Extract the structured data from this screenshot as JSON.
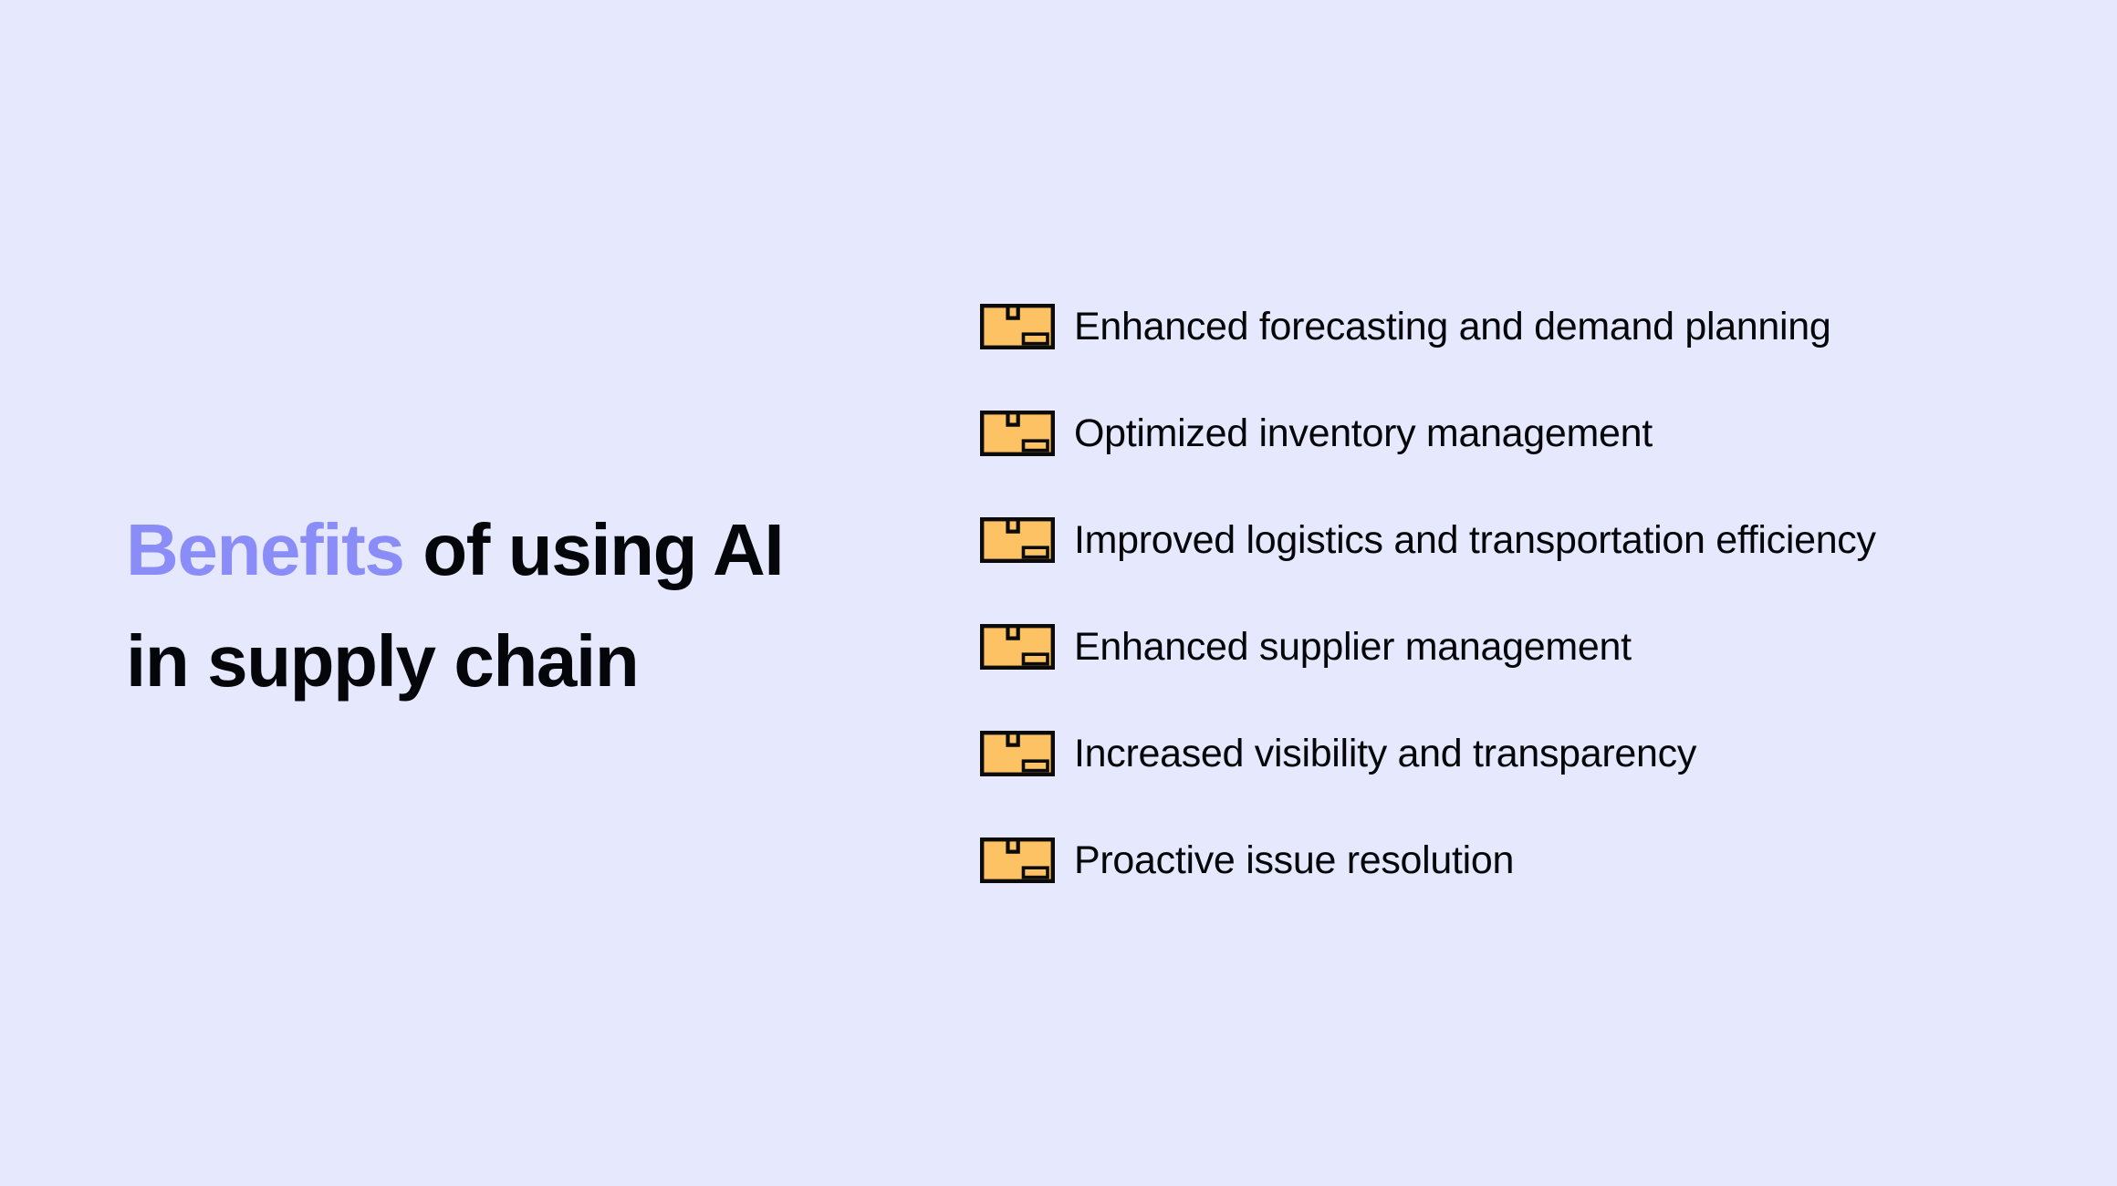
{
  "theme": {
    "background_color": "#e6e8fd",
    "accent_color": "#8a8cf8",
    "text_color": "#05060a",
    "icon_fill_color": "#fcc263",
    "icon_stroke_color": "#0b0b0b"
  },
  "heading": {
    "line1_accent": "Benefits",
    "line1_rest": " of using AI",
    "line2": "in supply chain"
  },
  "benefits": {
    "icon_name": "cardboard-box-icon",
    "items": [
      {
        "label": "Enhanced forecasting and demand planning"
      },
      {
        "label": "Optimized inventory management"
      },
      {
        "label": "Improved logistics and transportation efficiency"
      },
      {
        "label": "Enhanced supplier management"
      },
      {
        "label": "Increased visibility and transparency"
      },
      {
        "label": "Proactive issue resolution"
      }
    ]
  }
}
